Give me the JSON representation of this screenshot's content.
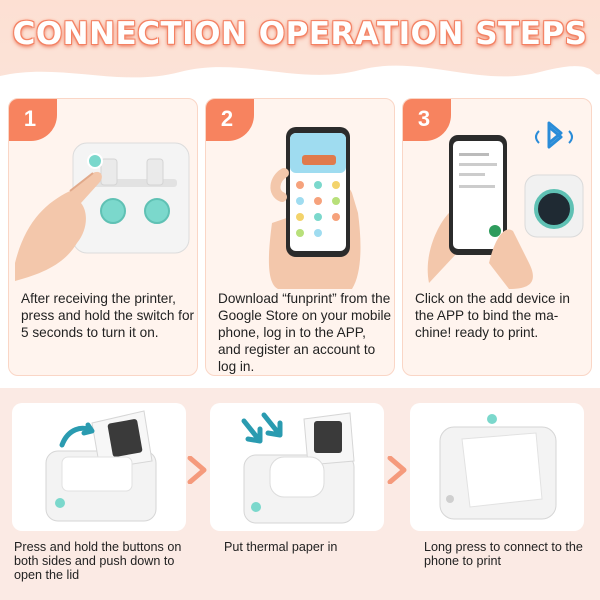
{
  "header": {
    "title": "CONNECTION OPERATION STEPS"
  },
  "steps": [
    {
      "number": "1",
      "text": "After receiving the printer, press and hold the switch for 5 seconds to turn it on."
    },
    {
      "number": "2",
      "text": "Download “funprint” from the Google Store on your mobile phone, log in to the APP, and register an account to log in."
    },
    {
      "number": "3",
      "text": "Click on the add device in the APP to bind the ma-chine! ready to print."
    }
  ],
  "bottom_steps": [
    {
      "text": "Press and hold the buttons on both sides and push down to open the lid"
    },
    {
      "text": "Put thermal paper in"
    },
    {
      "text": "Long press to connect to the phone to print"
    }
  ],
  "colors": {
    "accent": "#f7835f",
    "header_bg": "#fde0d3",
    "card_bg": "#fff4ee",
    "bottom_bg": "#fbeae4",
    "teal": "#6fd3c7",
    "bluetooth": "#2a8cd8"
  },
  "icons": [
    "bluetooth-icon",
    "curved-arrow-icon",
    "down-arrows-icon",
    "chevron-right-icon"
  ]
}
